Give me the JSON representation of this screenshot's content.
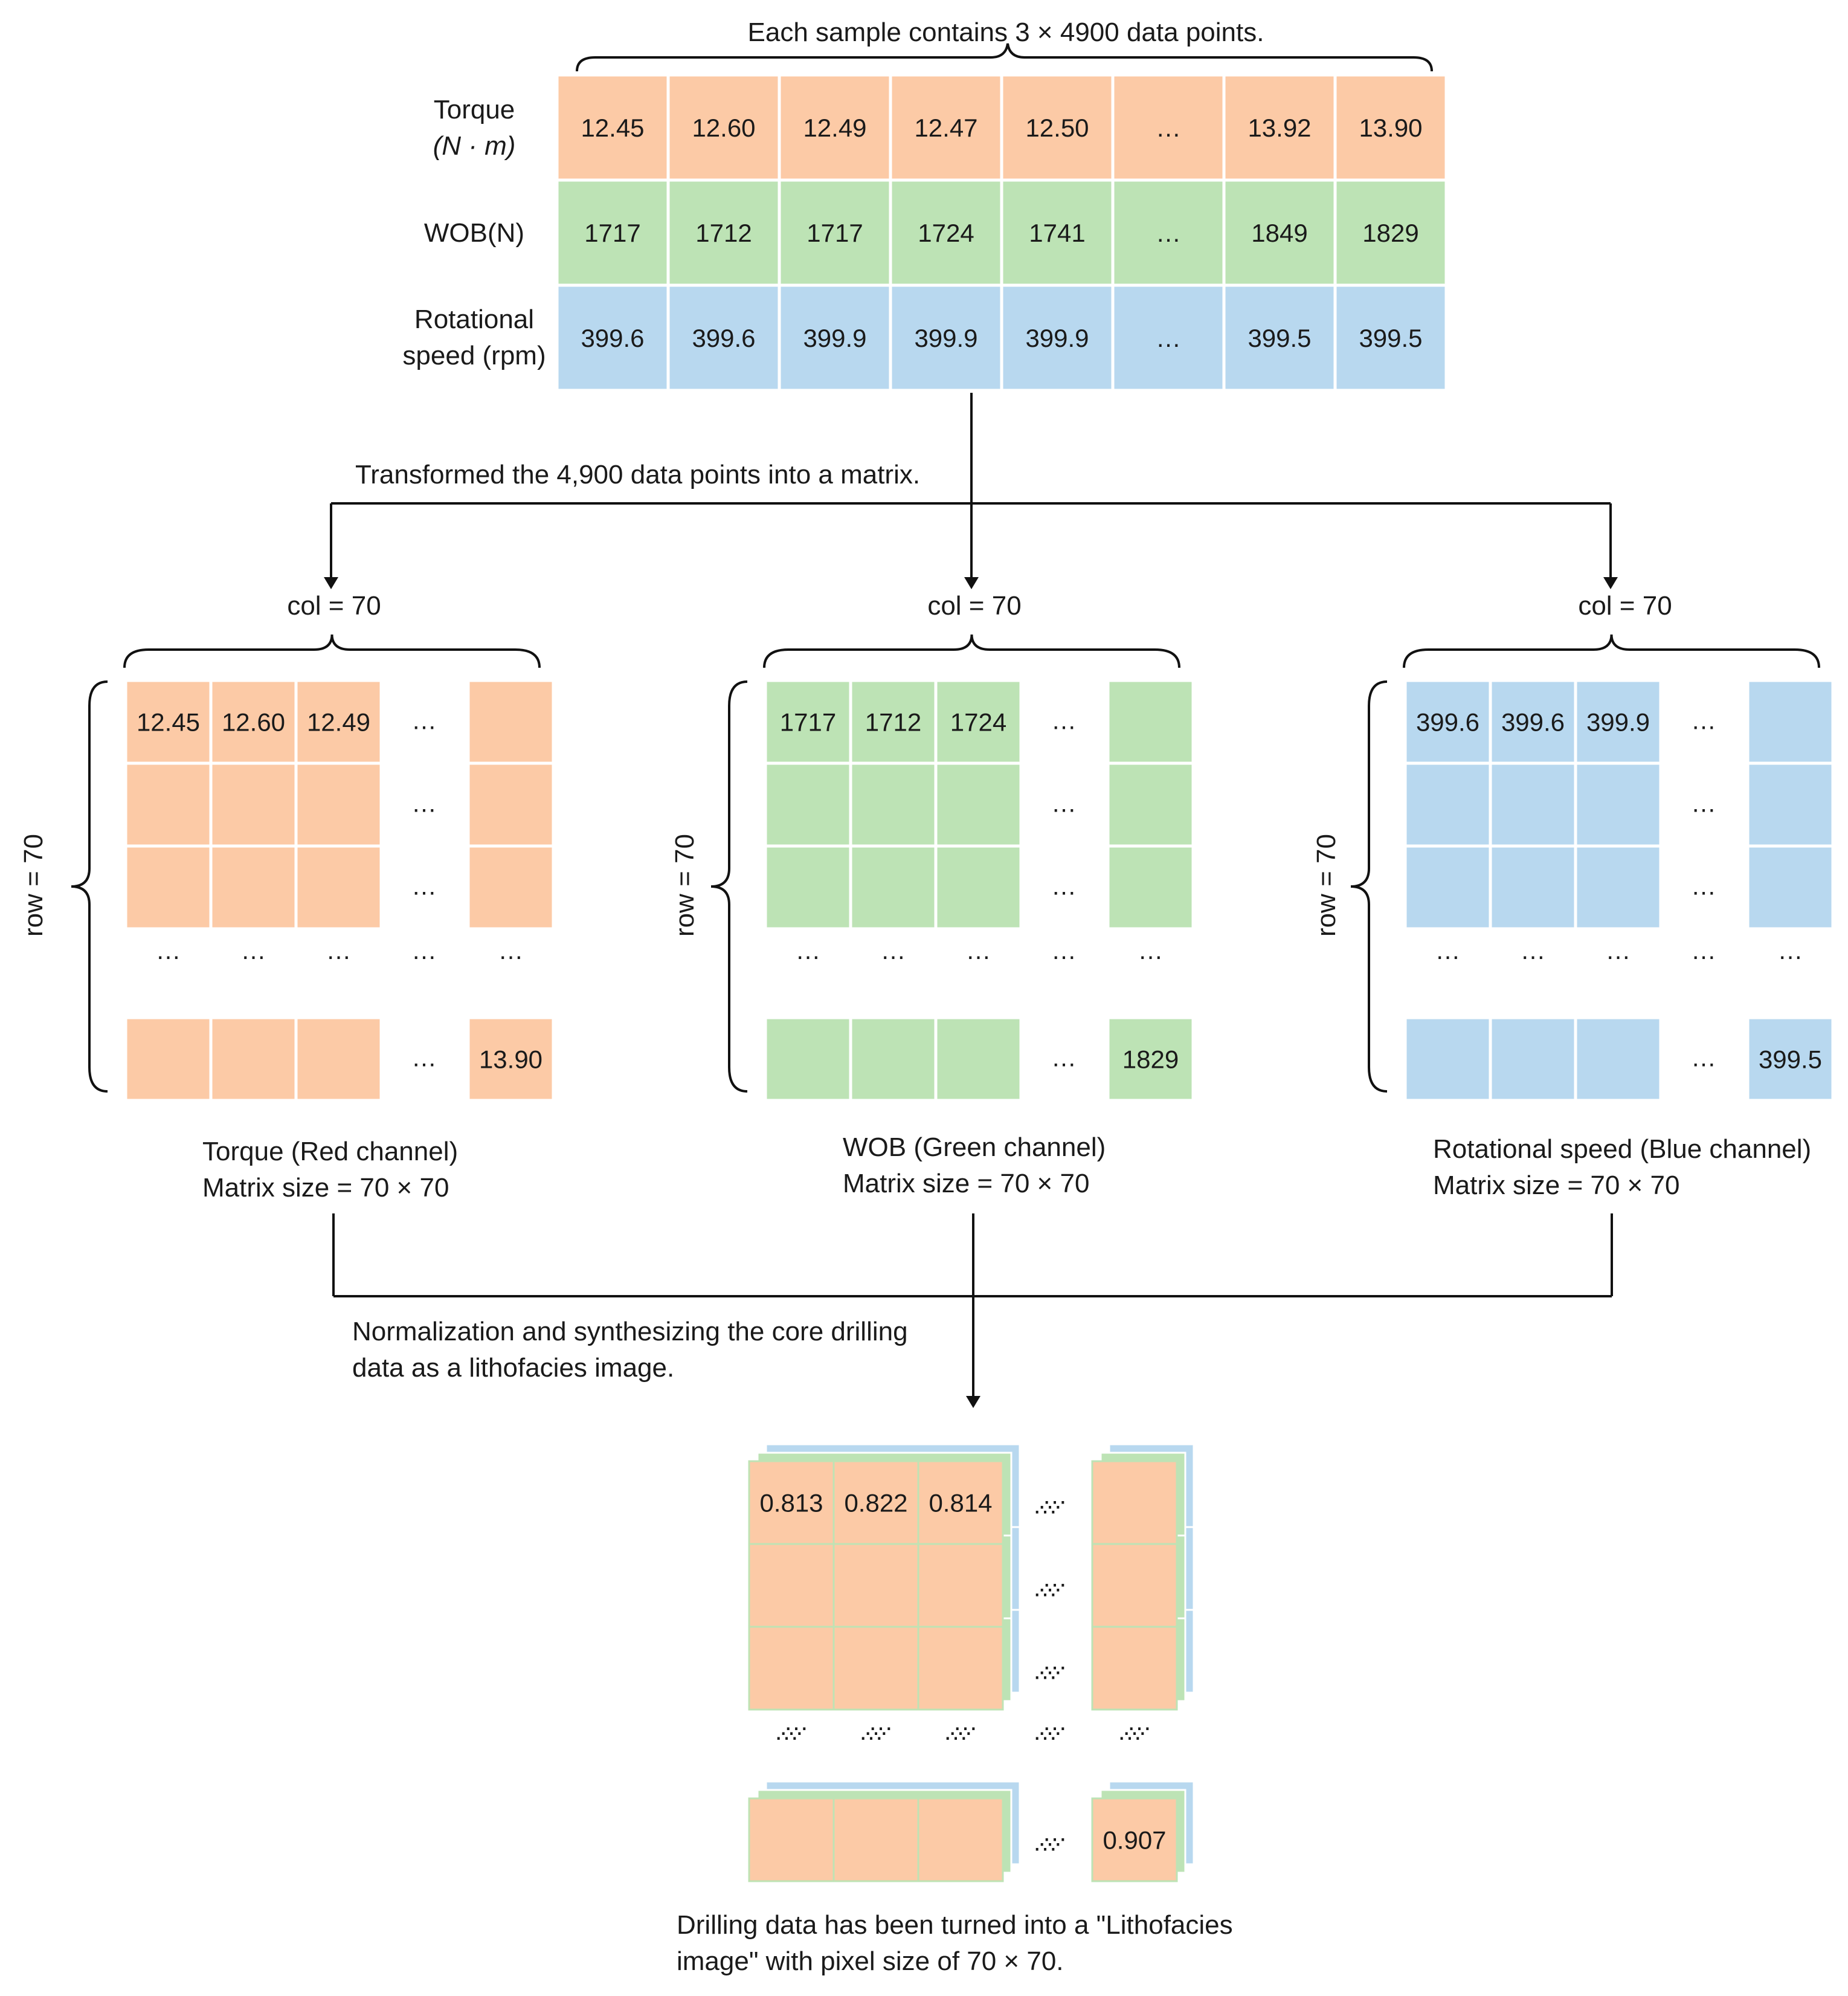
{
  "colors": {
    "torque": "#fccaa6",
    "wob": "#bde3b5",
    "speed": "#b8d8ef",
    "line": "#111111"
  },
  "sample": {
    "title": "Each sample contains 3 × 4900 data points.",
    "rows": [
      {
        "label_line1": "Torque",
        "label_line2": "(N · m)",
        "cells": [
          "12.45",
          "12.60",
          "12.49",
          "12.47",
          "12.50",
          "…",
          "13.92",
          "13.90"
        ]
      },
      {
        "label_line1": "WOB(N)",
        "label_line2": "",
        "cells": [
          "1717",
          "1712",
          "1717",
          "1724",
          "1741",
          "…",
          "1849",
          "1829"
        ]
      },
      {
        "label_line1": "Rotational",
        "label_line2": "speed (rpm)",
        "cells": [
          "399.6",
          "399.6",
          "399.9",
          "399.9",
          "399.9",
          "…",
          "399.5",
          "399.5"
        ]
      }
    ]
  },
  "transform_caption": "Transformed the 4,900 data points into a matrix.",
  "matrices": [
    {
      "col_label": "col = 70",
      "row_label": "row = 70",
      "first": [
        "12.45",
        "12.60",
        "12.49"
      ],
      "last": "13.90",
      "caption_line1": "Torque (Red channel)",
      "caption_line2": "Matrix size = 70 × 70"
    },
    {
      "col_label": "col = 70",
      "row_label": "row = 70",
      "first": [
        "1717",
        "1712",
        "1724"
      ],
      "last": "1829",
      "caption_line1": "WOB (Green channel)",
      "caption_line2": "Matrix size = 70 × 70"
    },
    {
      "col_label": "col = 70",
      "row_label": "row = 70",
      "first": [
        "399.6",
        "399.6",
        "399.9"
      ],
      "last": "399.5",
      "caption_line1": "Rotational speed (Blue channel)",
      "caption_line2": "Matrix size = 70 × 70"
    }
  ],
  "ellipsis": "…",
  "normalization_caption_line1": "Normalization and synthesizing the core drilling",
  "normalization_caption_line2": "data as a lithofacies image.",
  "image": {
    "first": [
      "0.813",
      "0.822",
      "0.814"
    ],
    "last": "0.907",
    "caption_line1": "Drilling data has been turned into a \"Lithofacies",
    "caption_line2": "image\" with pixel size of 70 × 70."
  }
}
